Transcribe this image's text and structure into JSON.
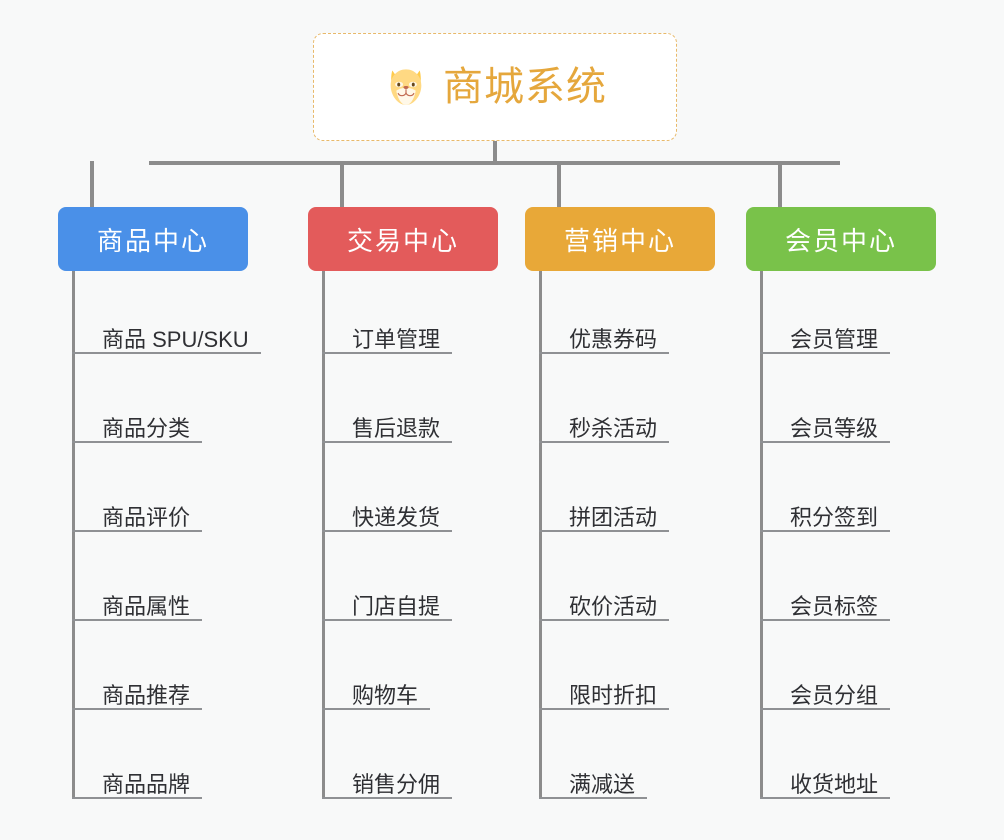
{
  "page": {
    "background_color": "#f8f9f9",
    "type": "mindmap"
  },
  "root": {
    "title": "商城系统",
    "icon": "dog-face-emoji",
    "icon_glyph": "🐶",
    "title_color": "#e5a73c",
    "card_background": "#ffffff",
    "border_color": "#e8b96a",
    "border_style": "dashed"
  },
  "connector": {
    "color": "#8c8c8c"
  },
  "branches": [
    {
      "label": "商品中心",
      "color": "#4a90e8",
      "text_color": "#ffffff",
      "leaves": [
        "商品 SPU/SKU",
        "商品分类",
        "商品评价",
        "商品属性",
        "商品推荐",
        "商品品牌"
      ]
    },
    {
      "label": "交易中心",
      "color": "#e35b5b",
      "text_color": "#ffffff",
      "leaves": [
        "订单管理",
        "售后退款",
        "快递发货",
        "门店自提",
        "购物车",
        "销售分佣"
      ]
    },
    {
      "label": "营销中心",
      "color": "#e8a838",
      "text_color": "#ffffff",
      "leaves": [
        "优惠券码",
        "秒杀活动",
        "拼团活动",
        "砍价活动",
        "限时折扣",
        "满减送"
      ]
    },
    {
      "label": "会员中心",
      "color": "#79c24a",
      "text_color": "#ffffff",
      "leaves": [
        "会员管理",
        "会员等级",
        "积分签到",
        "会员标签",
        "会员分组",
        "收货地址"
      ]
    }
  ]
}
